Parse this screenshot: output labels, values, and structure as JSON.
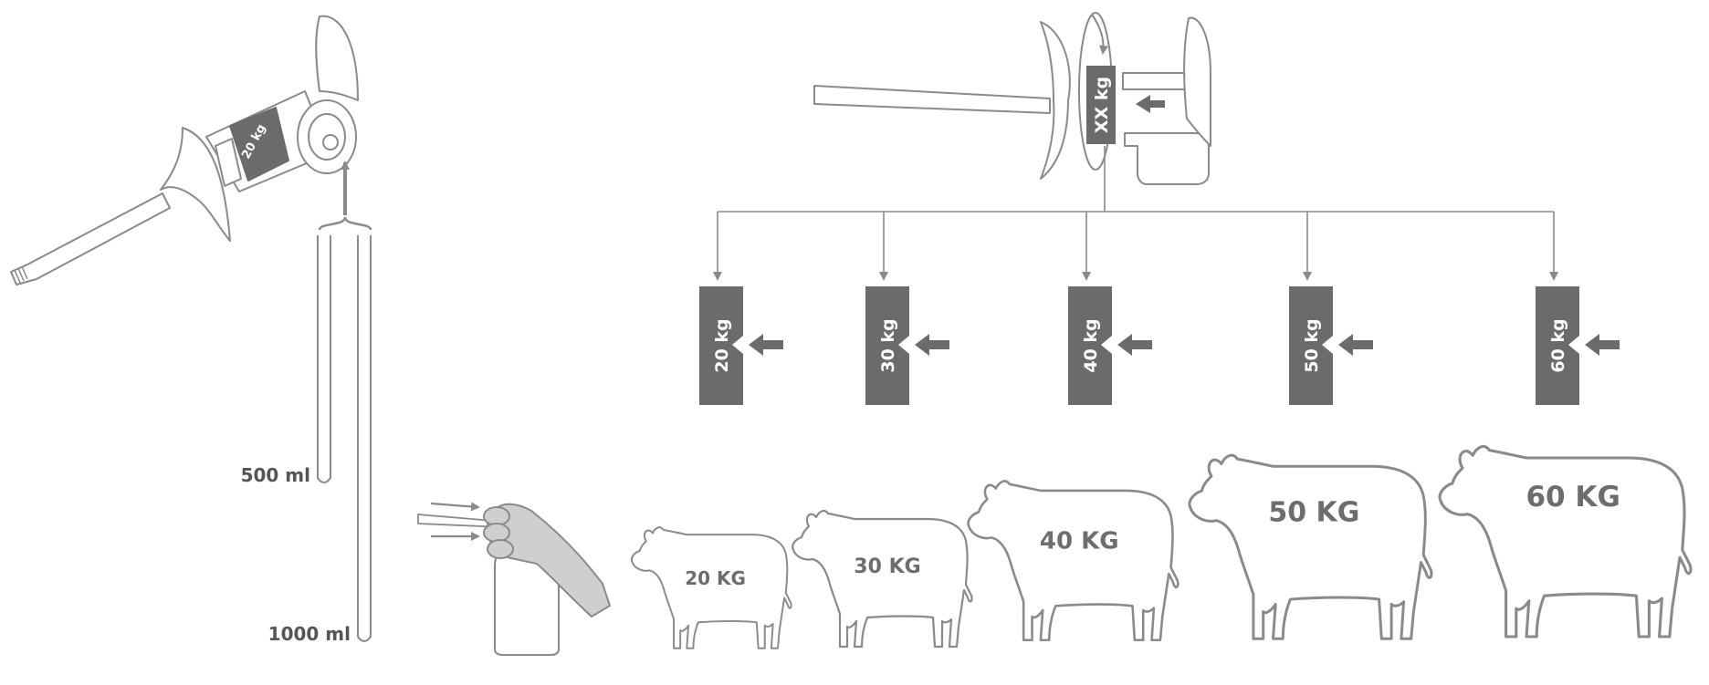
{
  "colors": {
    "outline": "#8a8a8a",
    "dial_fill": "#6b6b6b",
    "dial_text": "#ffffff",
    "hand_fill": "#cfcfcf",
    "text": "#555555"
  },
  "cylinder_labels": {
    "small": "500 ml",
    "large": "1000 ml"
  },
  "top_dial_label": "XX kg",
  "dial_settings": [
    {
      "label": "20 kg"
    },
    {
      "label": "30 kg"
    },
    {
      "label": "40 kg"
    },
    {
      "label": "50 kg"
    },
    {
      "label": "60 kg"
    }
  ],
  "calves": [
    {
      "label": "20 KG"
    },
    {
      "label": "30 KG"
    },
    {
      "label": "40 KG"
    },
    {
      "label": "50 KG"
    },
    {
      "label": "60 KG"
    }
  ],
  "icons": {
    "applicator": "drench-gun-icon",
    "bottle_hand": "hand-squeeze-bottle-icon",
    "calf": "calf-icon"
  }
}
